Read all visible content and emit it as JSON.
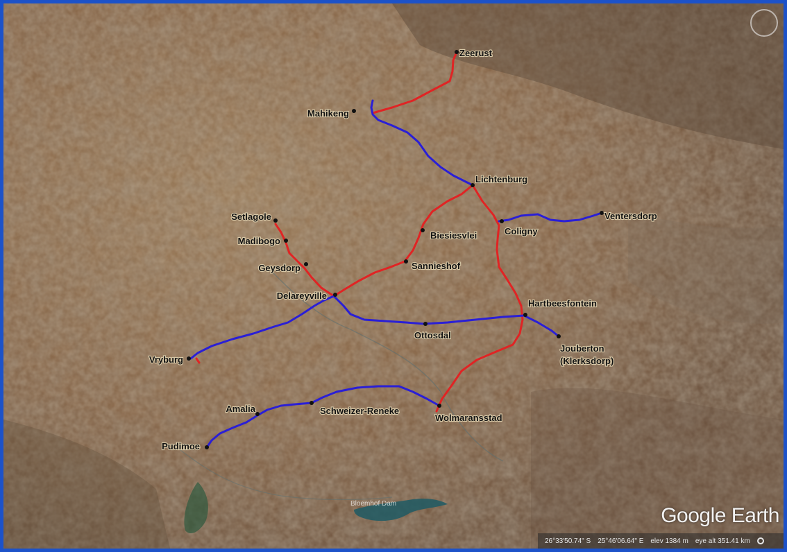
{
  "map": {
    "branding": "Google Earth",
    "status": {
      "latitude": "26°33'50.74\" S",
      "longitude": "25°46'06.64\" E",
      "elevation": "elev 1384 m",
      "eye_altitude": "eye alt 351.41 km"
    },
    "water_label": "Bloemhof Dam",
    "route_colors": {
      "red": "#e02424",
      "blue": "#2a1fd6"
    },
    "towns": [
      {
        "name": "Zeerust"
      },
      {
        "name": "Mahikeng"
      },
      {
        "name": "Lichtenburg"
      },
      {
        "name": "Ventersdorp"
      },
      {
        "name": "Coligny"
      },
      {
        "name": "Biesiesvlei"
      },
      {
        "name": "Setlagole"
      },
      {
        "name": "Madibogo"
      },
      {
        "name": "Geysdorp"
      },
      {
        "name": "Sannieshof"
      },
      {
        "name": "Delareyville"
      },
      {
        "name": "Hartbeesfontein"
      },
      {
        "name": "Ottosdal"
      },
      {
        "name": "Jouberton"
      },
      {
        "name": "(Klerksdorp)"
      },
      {
        "name": "Vryburg"
      },
      {
        "name": "Amalia"
      },
      {
        "name": "Schweizer-Reneke"
      },
      {
        "name": "Wolmaransstad"
      },
      {
        "name": "Pudimoe"
      }
    ]
  }
}
